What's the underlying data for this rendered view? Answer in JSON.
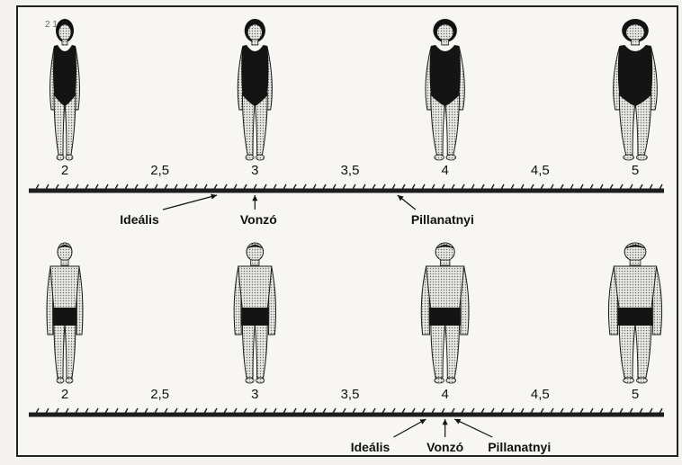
{
  "panels": [
    {
      "id": "women",
      "figure_type": "woman",
      "figures_at": [
        2,
        3,
        4,
        5
      ],
      "tick_labels": [
        "2",
        "2,5",
        "3",
        "3,5",
        "4",
        "4,5",
        "5"
      ],
      "scale_min": 2,
      "scale_max": 5,
      "annotations": [
        {
          "label": "Ideális",
          "value": 2.8,
          "arrow": "diagonal-left"
        },
        {
          "label": "Vonzó",
          "value": 3.0,
          "arrow": "vertical"
        },
        {
          "label": "Pillanatnyi",
          "value": 3.75,
          "arrow": "diagonal-right"
        }
      ]
    },
    {
      "id": "men",
      "figure_type": "man",
      "figures_at": [
        2,
        3,
        4,
        5
      ],
      "tick_labels": [
        "2",
        "2,5",
        "3",
        "3,5",
        "4",
        "4,5",
        "5"
      ],
      "scale_min": 2,
      "scale_max": 5,
      "annotations": [
        {
          "label": "Ideális",
          "value": 3.9,
          "arrow": "diagonal-left"
        },
        {
          "label": "Vonzó",
          "value": 4.0,
          "arrow": "vertical"
        },
        {
          "label": "Pillanatnyi",
          "value": 4.05,
          "arrow": "diagonal-right"
        }
      ]
    }
  ],
  "scan_mark": "2 1"
}
